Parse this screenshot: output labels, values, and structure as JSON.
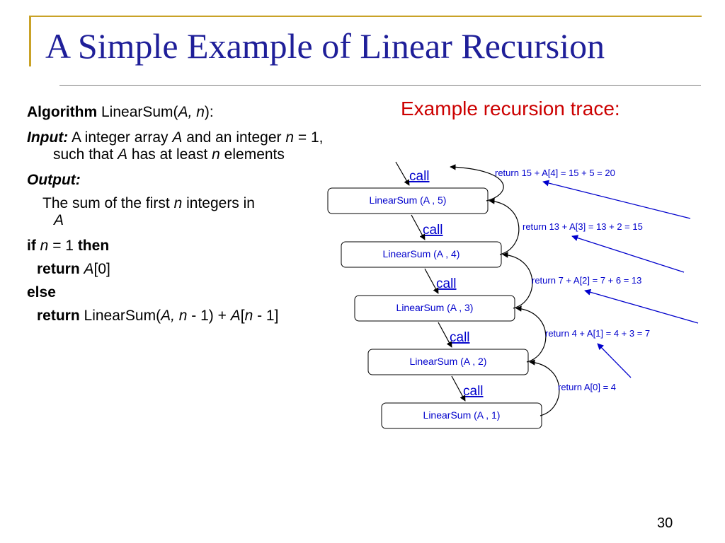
{
  "slide": {
    "title": "A Simple Example of Linear Recursion",
    "page_number": "30"
  },
  "algorithm": {
    "header_bold": "Algorithm",
    "header_name": "LinearSum(",
    "header_args": "A, n",
    "header_close": "):",
    "input_label": "Input:",
    "input_text_1": " A integer array ",
    "input_var_a": "A",
    "input_text_2": " and an integer ",
    "input_var_n": "n",
    "input_text_3": " = 1, such that ",
    "input_var_a2": "A",
    "input_text_4": " has at least ",
    "input_var_n2": "n",
    "input_text_5": " elements",
    "output_label": "Output:",
    "output_text_1": "The sum of the first ",
    "output_var_n": "n",
    "output_text_2": " integers in ",
    "output_var_a": "A",
    "if_kw": "if",
    "if_var_n": "n",
    "if_eq": " = 1 ",
    "then_kw": "then",
    "return_kw": "return",
    "ret_var_a": "A",
    "ret_index": "[0]",
    "else_kw": "else",
    "return_kw_2": "return",
    "rec_text_1": " LinearSum(",
    "rec_var_a": "A, n",
    "rec_text_2": " - 1) + ",
    "rec_var_a2": "A",
    "rec_text_3": "[",
    "rec_var_n": "n",
    "rec_text_4": " - 1]"
  },
  "trace": {
    "title": "Example recursion trace:",
    "call_label": "call",
    "colors": {
      "call": "#0000cc",
      "box_text": "#0000cc",
      "arrow": "#0000cc",
      "title": "#cc0000"
    },
    "nodes": [
      {
        "func": "LinearSum",
        "args": "(A,5)"
      },
      {
        "func": "LinearSum",
        "args": "(A,4)"
      },
      {
        "func": "LinearSum",
        "args": "(A,3)"
      },
      {
        "func": "LinearSum",
        "args": "(A,2)"
      },
      {
        "func": "LinearSum",
        "args": "(A,1)"
      }
    ],
    "returns": [
      {
        "keyword": "return",
        "expr": "15 + A[4] = 15 + 5 = 20"
      },
      {
        "keyword": "return",
        "expr": "13 + A[3] = 13 + 2 = 15"
      },
      {
        "keyword": "return",
        "expr": "7 + A[2] = 7 + 6 = 13"
      },
      {
        "keyword": "return",
        "expr": "4 + A[1] = 4 + 3 = 7"
      },
      {
        "keyword": "return",
        "expr": "A[0] = 4"
      }
    ]
  }
}
